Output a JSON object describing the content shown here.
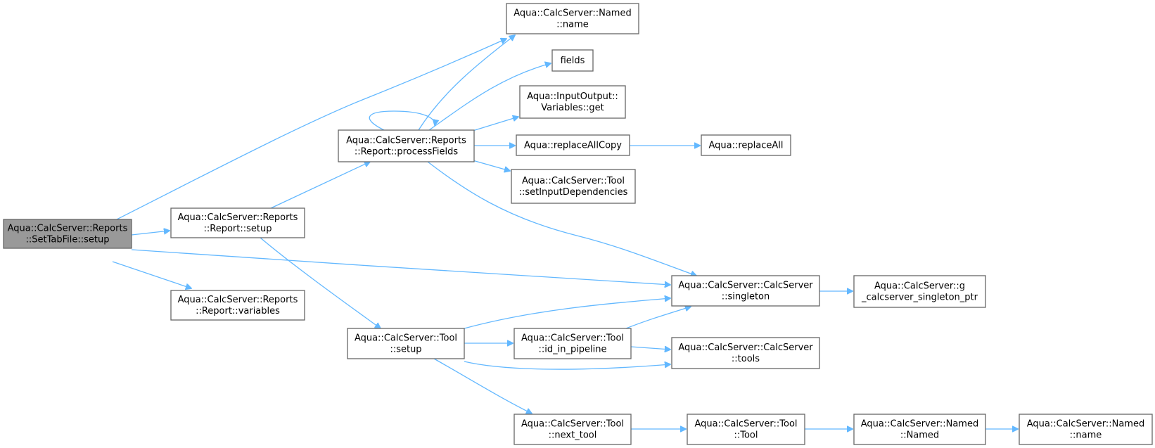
{
  "graph": {
    "root": "n0",
    "colors": {
      "edge": "#63b8ff",
      "node_border": "#666666",
      "node_fill": "#ffffff",
      "root_fill": "#999999",
      "text": "#000000"
    },
    "nodes": [
      {
        "id": "n0",
        "lines": [
          "Aqua::CalcServer::Reports",
          "::SetTabFile::setup"
        ],
        "root": true
      },
      {
        "id": "n1",
        "lines": [
          "Aqua::CalcServer::Named",
          "::name"
        ]
      },
      {
        "id": "n2",
        "lines": [
          "Aqua::CalcServer::Reports",
          "::Report::setup"
        ]
      },
      {
        "id": "n3",
        "lines": [
          "Aqua::CalcServer::CalcServer",
          "::singleton"
        ]
      },
      {
        "id": "n4",
        "lines": [
          "Aqua::CalcServer::Reports",
          "::Report::variables"
        ]
      },
      {
        "id": "n5",
        "lines": [
          "Aqua::CalcServer::Reports",
          "::Report::processFields"
        ]
      },
      {
        "id": "n6",
        "lines": [
          "Aqua::CalcServer::Tool",
          "::setup"
        ]
      },
      {
        "id": "n7",
        "lines": [
          "fields"
        ]
      },
      {
        "id": "n8",
        "lines": [
          "Aqua::InputOutput::",
          "Variables::get"
        ]
      },
      {
        "id": "n9",
        "lines": [
          "Aqua::replaceAllCopy"
        ]
      },
      {
        "id": "n10",
        "lines": [
          "Aqua::CalcServer::Tool",
          "::setInputDependencies"
        ]
      },
      {
        "id": "n11",
        "lines": [
          "Aqua::replaceAll"
        ]
      },
      {
        "id": "n12",
        "lines": [
          "Aqua::CalcServer::g",
          "_calcserver_singleton_ptr"
        ]
      },
      {
        "id": "n13",
        "lines": [
          "Aqua::CalcServer::Tool",
          "::id_in_pipeline"
        ]
      },
      {
        "id": "n14",
        "lines": [
          "Aqua::CalcServer::CalcServer",
          "::tools"
        ]
      },
      {
        "id": "n15",
        "lines": [
          "Aqua::CalcServer::Tool",
          "::next_tool"
        ]
      },
      {
        "id": "n16",
        "lines": [
          "Aqua::CalcServer::Tool",
          "::Tool"
        ]
      },
      {
        "id": "n17",
        "lines": [
          "Aqua::CalcServer::Named",
          "::Named"
        ]
      },
      {
        "id": "n18",
        "lines": [
          "Aqua::CalcServer::Named",
          "::name"
        ]
      }
    ],
    "edges": [
      {
        "from": "n0",
        "to": "n1"
      },
      {
        "from": "n0",
        "to": "n2"
      },
      {
        "from": "n0",
        "to": "n3"
      },
      {
        "from": "n0",
        "to": "n4"
      },
      {
        "from": "n2",
        "to": "n5"
      },
      {
        "from": "n2",
        "to": "n6"
      },
      {
        "from": "n5",
        "to": "n1"
      },
      {
        "from": "n5",
        "to": "n7"
      },
      {
        "from": "n5",
        "to": "n8"
      },
      {
        "from": "n5",
        "to": "n5"
      },
      {
        "from": "n5",
        "to": "n9"
      },
      {
        "from": "n5",
        "to": "n10"
      },
      {
        "from": "n5",
        "to": "n3"
      },
      {
        "from": "n9",
        "to": "n11"
      },
      {
        "from": "n3",
        "to": "n12"
      },
      {
        "from": "n6",
        "to": "n3"
      },
      {
        "from": "n6",
        "to": "n13"
      },
      {
        "from": "n6",
        "to": "n14"
      },
      {
        "from": "n6",
        "to": "n15"
      },
      {
        "from": "n13",
        "to": "n3"
      },
      {
        "from": "n13",
        "to": "n14"
      },
      {
        "from": "n15",
        "to": "n16"
      },
      {
        "from": "n16",
        "to": "n17"
      },
      {
        "from": "n17",
        "to": "n18"
      }
    ]
  }
}
